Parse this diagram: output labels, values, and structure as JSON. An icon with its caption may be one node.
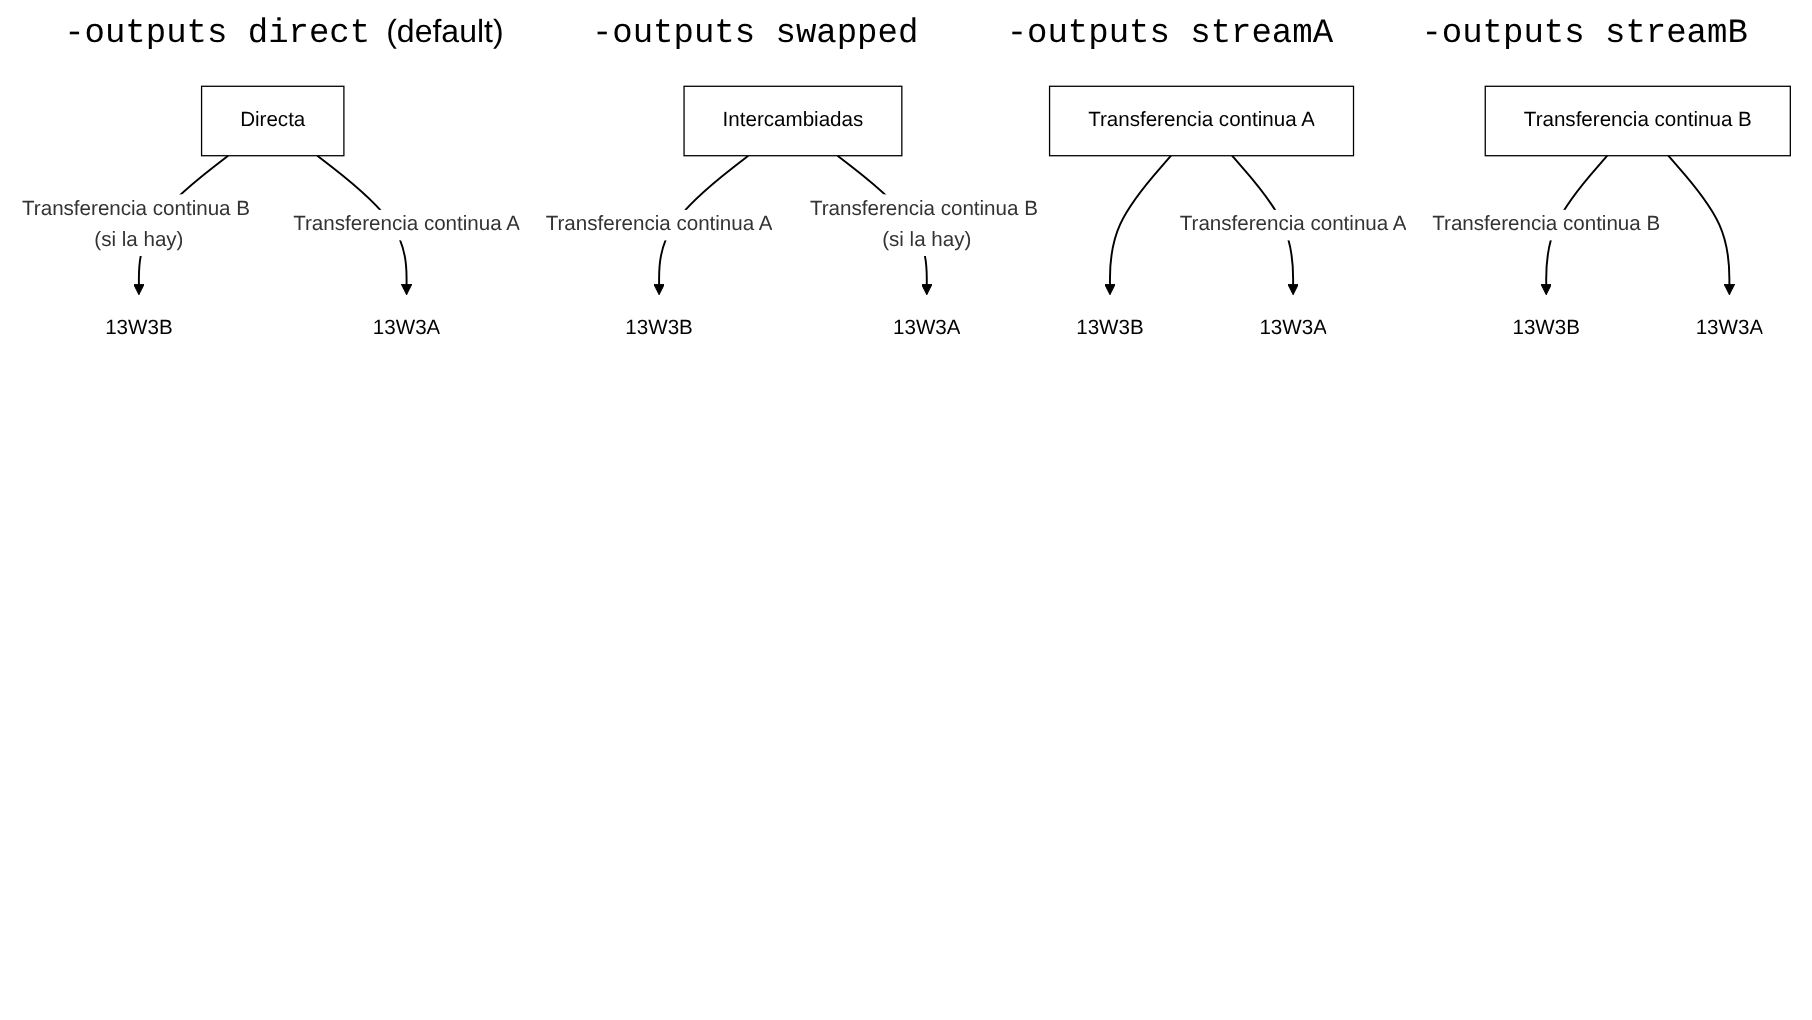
{
  "diagram": {
    "nodes": [
      {
        "text": [
          "Directa"
        ]
      },
      {
        "text": [
          "13W3B"
        ]
      },
      {
        "text": [
          "13W3A"
        ]
      },
      {
        "text": [
          "Intercambiadas"
        ]
      },
      {
        "text": [
          "13W3B"
        ]
      },
      {
        "text": [
          "13W3A"
        ]
      },
      {
        "text": [
          "Transferencia continua A"
        ]
      },
      {
        "text": [
          "13W3B"
        ]
      },
      {
        "text": [
          "13W3A"
        ]
      },
      {
        "text": [
          "Transferencia continua B"
        ]
      },
      {
        "text": [
          "13W3B"
        ]
      },
      {
        "text": [
          "13W3A"
        ]
      }
    ],
    "edges": [
      {
        "from": 0,
        "to": 1,
        "arrow": "to",
        "label": "Transferencia continua B (si la hay)"
      },
      {
        "from": 0,
        "to": 2,
        "arrow": "to",
        "label": "Transferencia continua A"
      },
      {
        "from": 3,
        "to": 4,
        "arrow": "to",
        "label": "Transferencia continua A"
      },
      {
        "from": 3,
        "to": 5,
        "arrow": "to",
        "label": "Transferencia continua B (si la hay)"
      },
      {
        "from": 6,
        "to": 7,
        "arrow": "to"
      },
      {
        "from": 6,
        "to": 8,
        "arrow": "to",
        "label": "Transferencia continua A"
      },
      {
        "from": 9,
        "to": 10,
        "arrow": "to",
        "label": "Transferencia continua B"
      },
      {
        "from": 9,
        "to": 11,
        "arrow": "to"
      }
    ],
    "labels": [
      "-outputs direct",
      "(default)",
      "-outputs swapped",
      "-outputs streamA",
      "-outputs streamB"
    ]
  }
}
